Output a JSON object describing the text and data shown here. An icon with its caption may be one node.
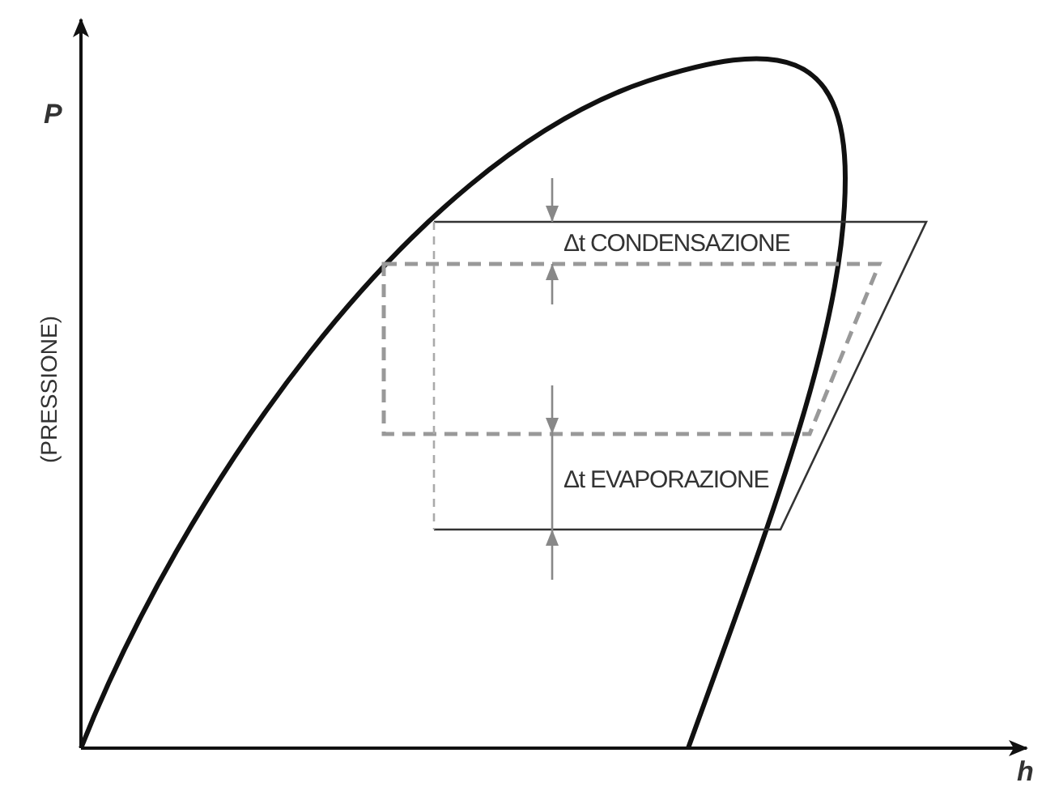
{
  "diagram": {
    "labels": [
      "P",
      "(PRESSIONE)",
      "Δt CONDENSAZIONE",
      "Δt EVAPORAZIONE",
      "h"
    ]
  }
}
